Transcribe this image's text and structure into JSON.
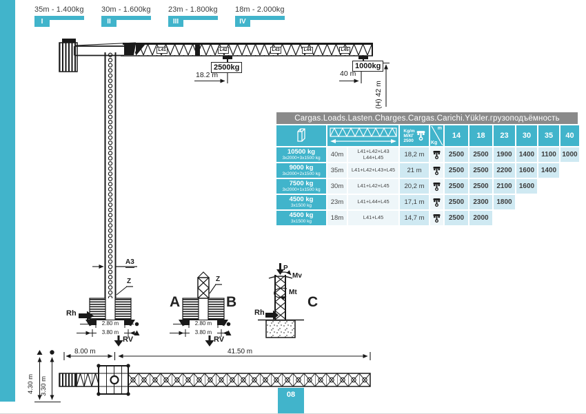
{
  "colors": {
    "accent": "#41b4cb",
    "table_title_bg": "#8a8a8a",
    "cell_blue": "#cfe9f2",
    "cell_light": "#eef6f9"
  },
  "legend": {
    "items": [
      {
        "label": "35m - 1.400kg",
        "numeral": "I"
      },
      {
        "label": "30m - 1.600kg",
        "numeral": "II"
      },
      {
        "label": "23m - 1.800kg",
        "numeral": "III"
      },
      {
        "label": "18m - 2.000kg",
        "numeral": "IV"
      }
    ]
  },
  "crane": {
    "jib_sections": [
      "L41",
      "L42",
      "L43",
      "L44",
      "L45"
    ],
    "hook_mid": {
      "load": "2500kg",
      "radius": "18.2 m"
    },
    "hook_tip": {
      "load": "1000kg",
      "radius": "40 m"
    },
    "height_label": "(H) 42 m",
    "mast_label": "A3",
    "ballast_label": "Z",
    "bases": {
      "a": "A",
      "b": "B",
      "c": "C"
    },
    "forces": {
      "rh": "Rh",
      "rv": "RV",
      "p": "P",
      "mv": "Mv",
      "mt": "Mt"
    },
    "dims": {
      "base_inner": "2.80 m",
      "base_outer": "3.80 m",
      "counterjib": "8.00 m",
      "jib": "41.50 m",
      "height_outer": "4.30 m",
      "height_inner": "3.30 m"
    }
  },
  "load_table": {
    "title": "Cargas.Loads.Lasten.Charges.Cargas.Carichi.Yükler.грузоподъёмность",
    "header": {
      "kgm_1": "Kg/m",
      "kgm_2": "М/КГ",
      "kgm_3": "2500",
      "diag_top": "m",
      "diag_bottom": "Kg",
      "radius_columns": [
        "14",
        "18",
        "23",
        "30",
        "35",
        "40"
      ]
    },
    "rows": [
      {
        "ballast": "10500 kg",
        "ballast_config": "3x2000+3x1500 kg",
        "jib_length": "40m",
        "sections": "L41+L42+L43 L44+L45",
        "max_load_radius": "18,2 m",
        "loads": [
          "2500",
          "2500",
          "1900",
          "1400",
          "1100",
          "1000"
        ]
      },
      {
        "ballast": "9000 kg",
        "ballast_config": "3x2000+2x1500 kg",
        "jib_length": "35m",
        "sections": "L41+L42+L43+L45",
        "max_load_radius": "21 m",
        "loads": [
          "2500",
          "2500",
          "2200",
          "1600",
          "1400"
        ]
      },
      {
        "ballast": "7500 kg",
        "ballast_config": "3x2000+1x1500 kg",
        "jib_length": "30m",
        "sections": "L41+L42+L45",
        "max_load_radius": "20,2 m",
        "loads": [
          "2500",
          "2500",
          "2100",
          "1600"
        ]
      },
      {
        "ballast": "4500 kg",
        "ballast_config": "3x1500 kg",
        "jib_length": "23m",
        "sections": "L41+L44+L45",
        "max_load_radius": "17,1 m",
        "loads": [
          "2500",
          "2300",
          "1800"
        ]
      },
      {
        "ballast": "4500 kg",
        "ballast_config": "3x1500 kg",
        "jib_length": "18m",
        "sections": "L41+L45",
        "max_load_radius": "14,7 m",
        "loads": [
          "2500",
          "2000"
        ]
      }
    ]
  },
  "page_number": "08"
}
